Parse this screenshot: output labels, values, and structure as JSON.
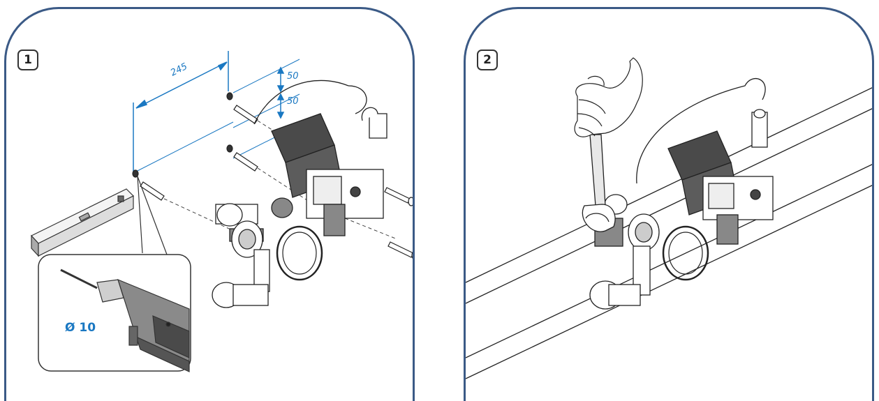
{
  "panels": [
    {
      "step_number": "1",
      "dimensions": {
        "horizontal": "245",
        "vertical_top": "50",
        "vertical_bottom": "50"
      },
      "drill_label": "Ø 10",
      "icons": [
        "spirit-level-icon",
        "wall-plug-icon",
        "screw-icon",
        "drill-icon",
        "pump-group-icon"
      ]
    },
    {
      "step_number": "2",
      "icons": [
        "hand-icon",
        "wrench-icon",
        "pipe-icon",
        "pump-group-icon"
      ]
    }
  ],
  "colors": {
    "frame": "#3b5a86",
    "dimension": "#1a78c2",
    "pump_dark": "#4a4a4a",
    "line": "#222222"
  }
}
